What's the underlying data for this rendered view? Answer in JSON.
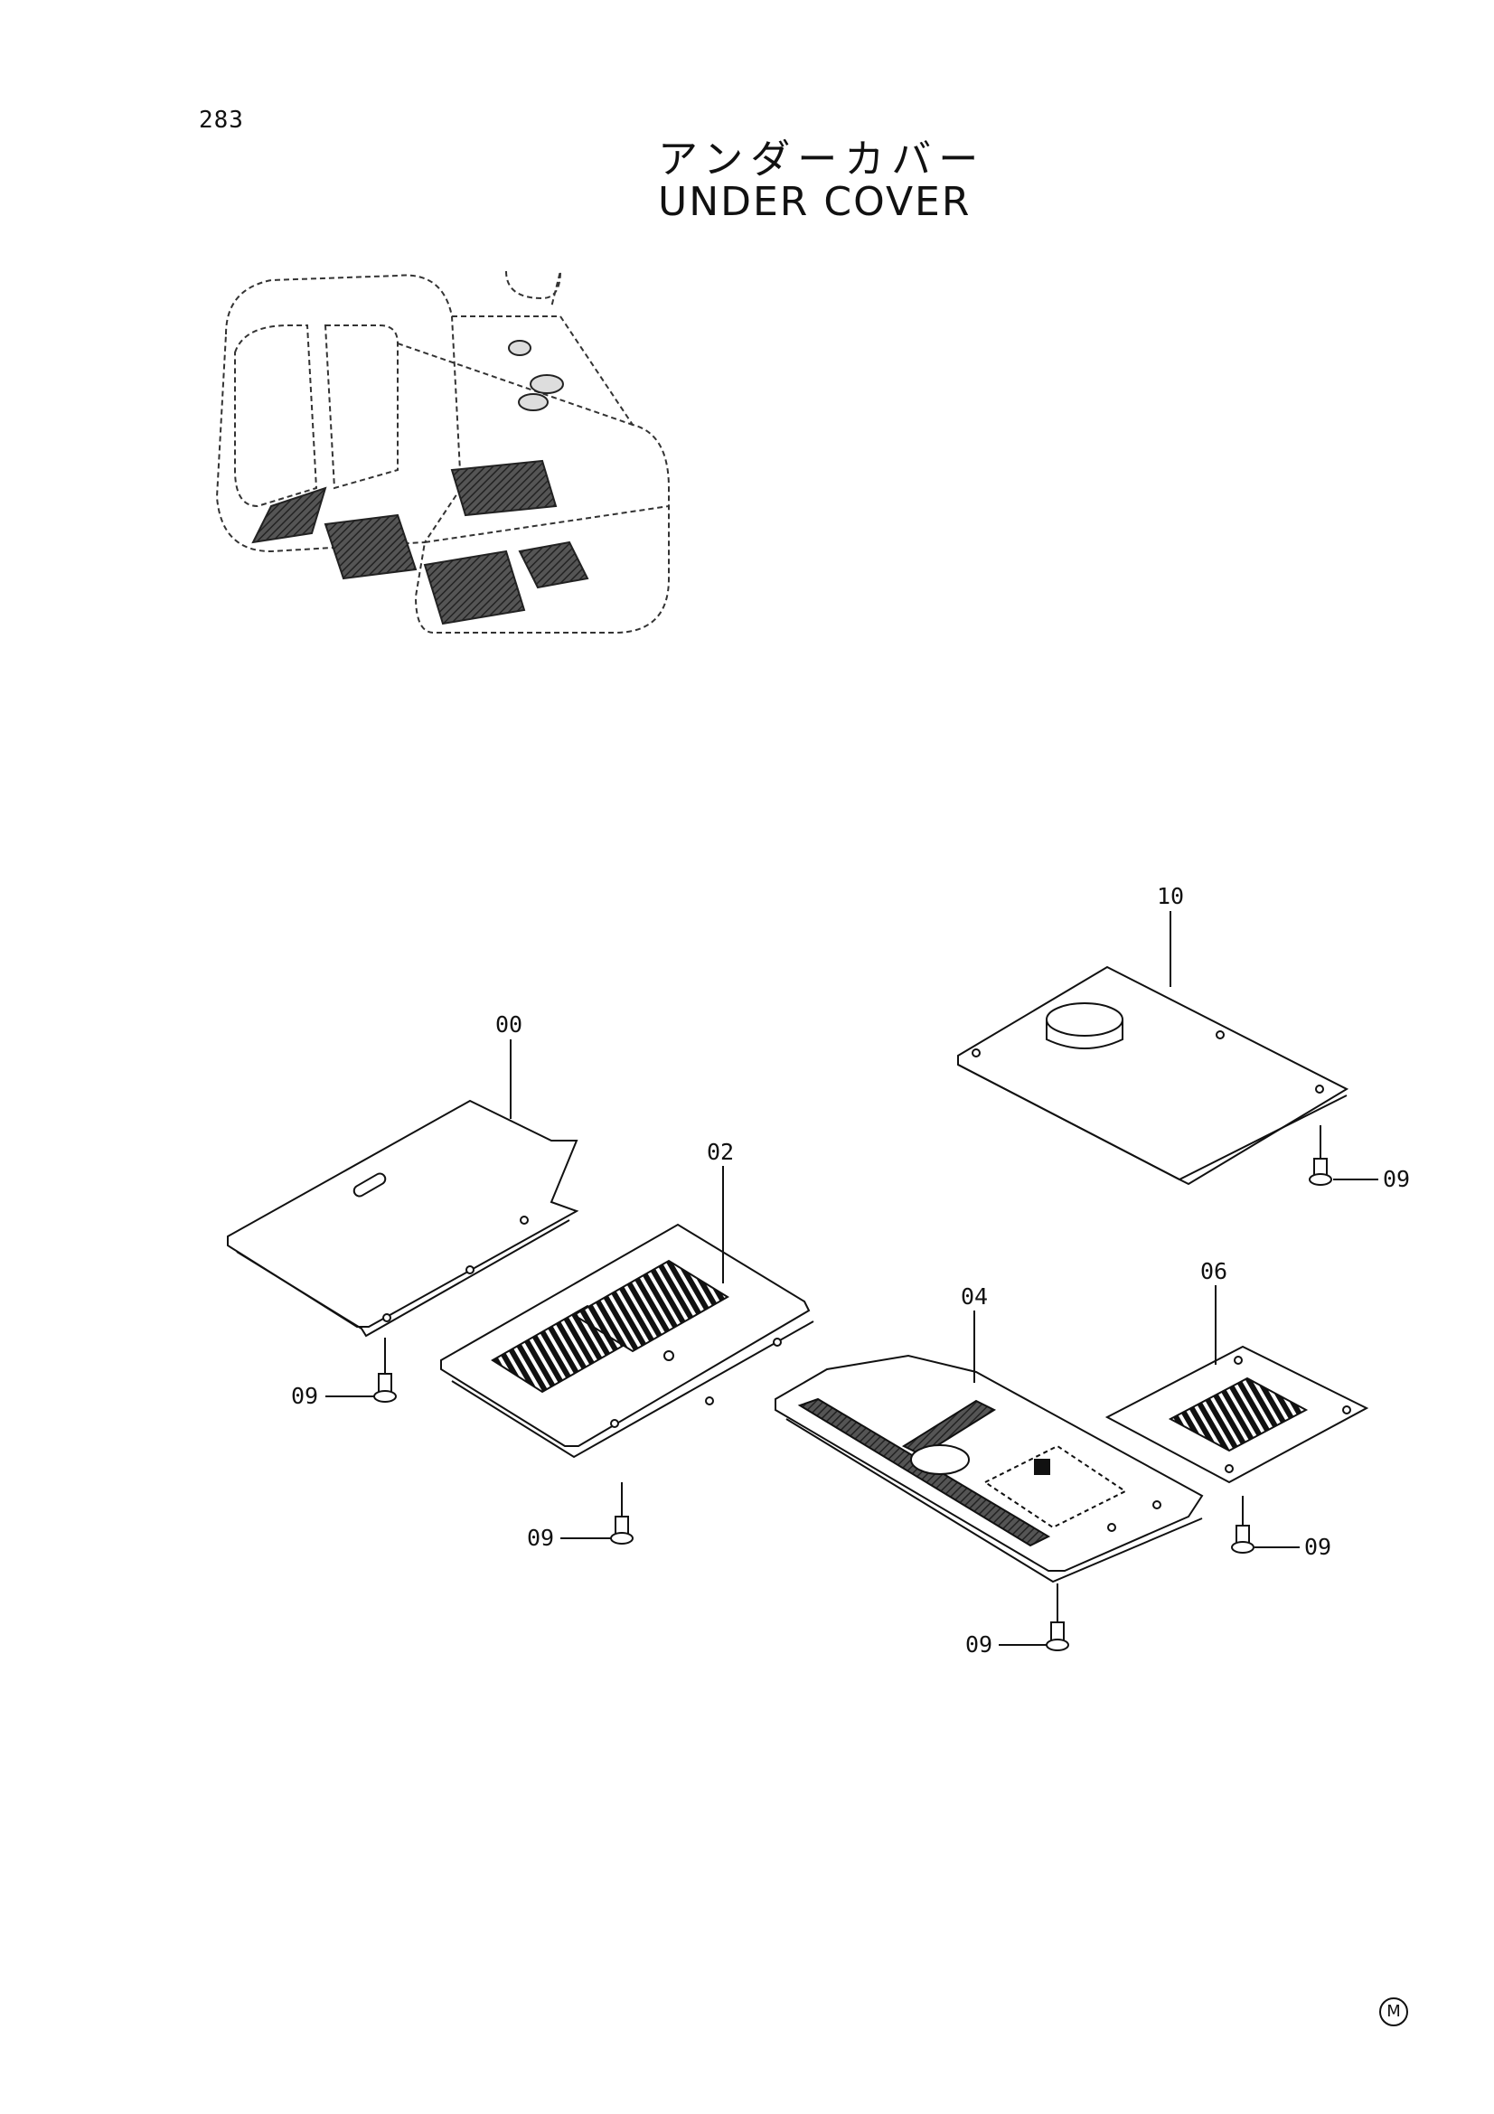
{
  "page_number": "283",
  "title_jp": "アンダーカバー",
  "title_en": "UNDER COVER",
  "callouts": {
    "p10": "10",
    "p00": "00",
    "p02": "02",
    "p04": "04",
    "p06": "06",
    "p09_a": "09",
    "p09_b": "09",
    "p09_c": "09",
    "p09_d": "09",
    "p09_e": "09"
  },
  "corner_mark": "M"
}
